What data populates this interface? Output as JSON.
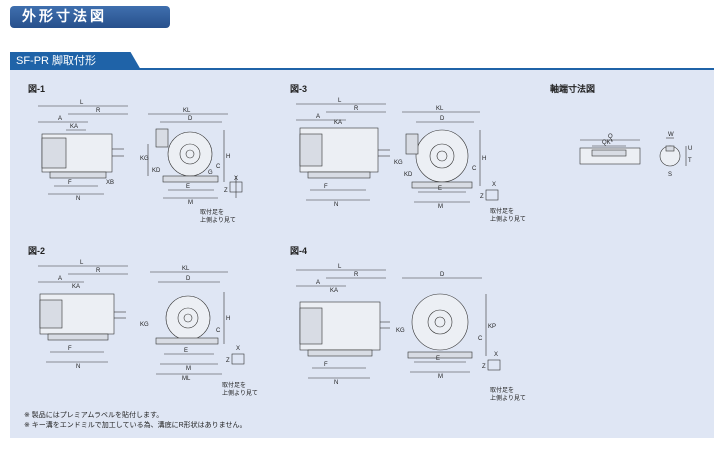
{
  "header": {
    "title": "外形寸法図"
  },
  "section": {
    "label": "SF-PR 脚取付形"
  },
  "figures": {
    "fig1": "図-1",
    "fig2": "図-2",
    "fig3": "図-3",
    "fig4": "図-4",
    "shaft": "軸端寸法図"
  },
  "annotation": {
    "line1": "取付足を",
    "line2": "上側より見て"
  },
  "notes": [
    "※ 製品にはプレミアムラベルを貼付します。",
    "※ キー溝をエンドミルで加工している為、溝底にR形状はありません。"
  ],
  "dims": {
    "L": "L",
    "R": "R",
    "A": "A",
    "KA": "KA",
    "KL": "KL",
    "D": "D",
    "F": "F",
    "N": "N",
    "XB": "XB",
    "KG": "KG",
    "KD": "KD",
    "C": "C",
    "H": "H",
    "G": "G",
    "E": "E",
    "M": "M",
    "ML": "ML",
    "Z": "Z",
    "X": "X",
    "Q": "Q",
    "QK": "QK*",
    "W": "W",
    "U": "U",
    "S": "S",
    "T": "T",
    "KP": "KP"
  },
  "colors": {
    "title_bg": "#2d5c9c",
    "section_bg": "#1f63a8",
    "panel_bg": "#dfe6f4"
  }
}
